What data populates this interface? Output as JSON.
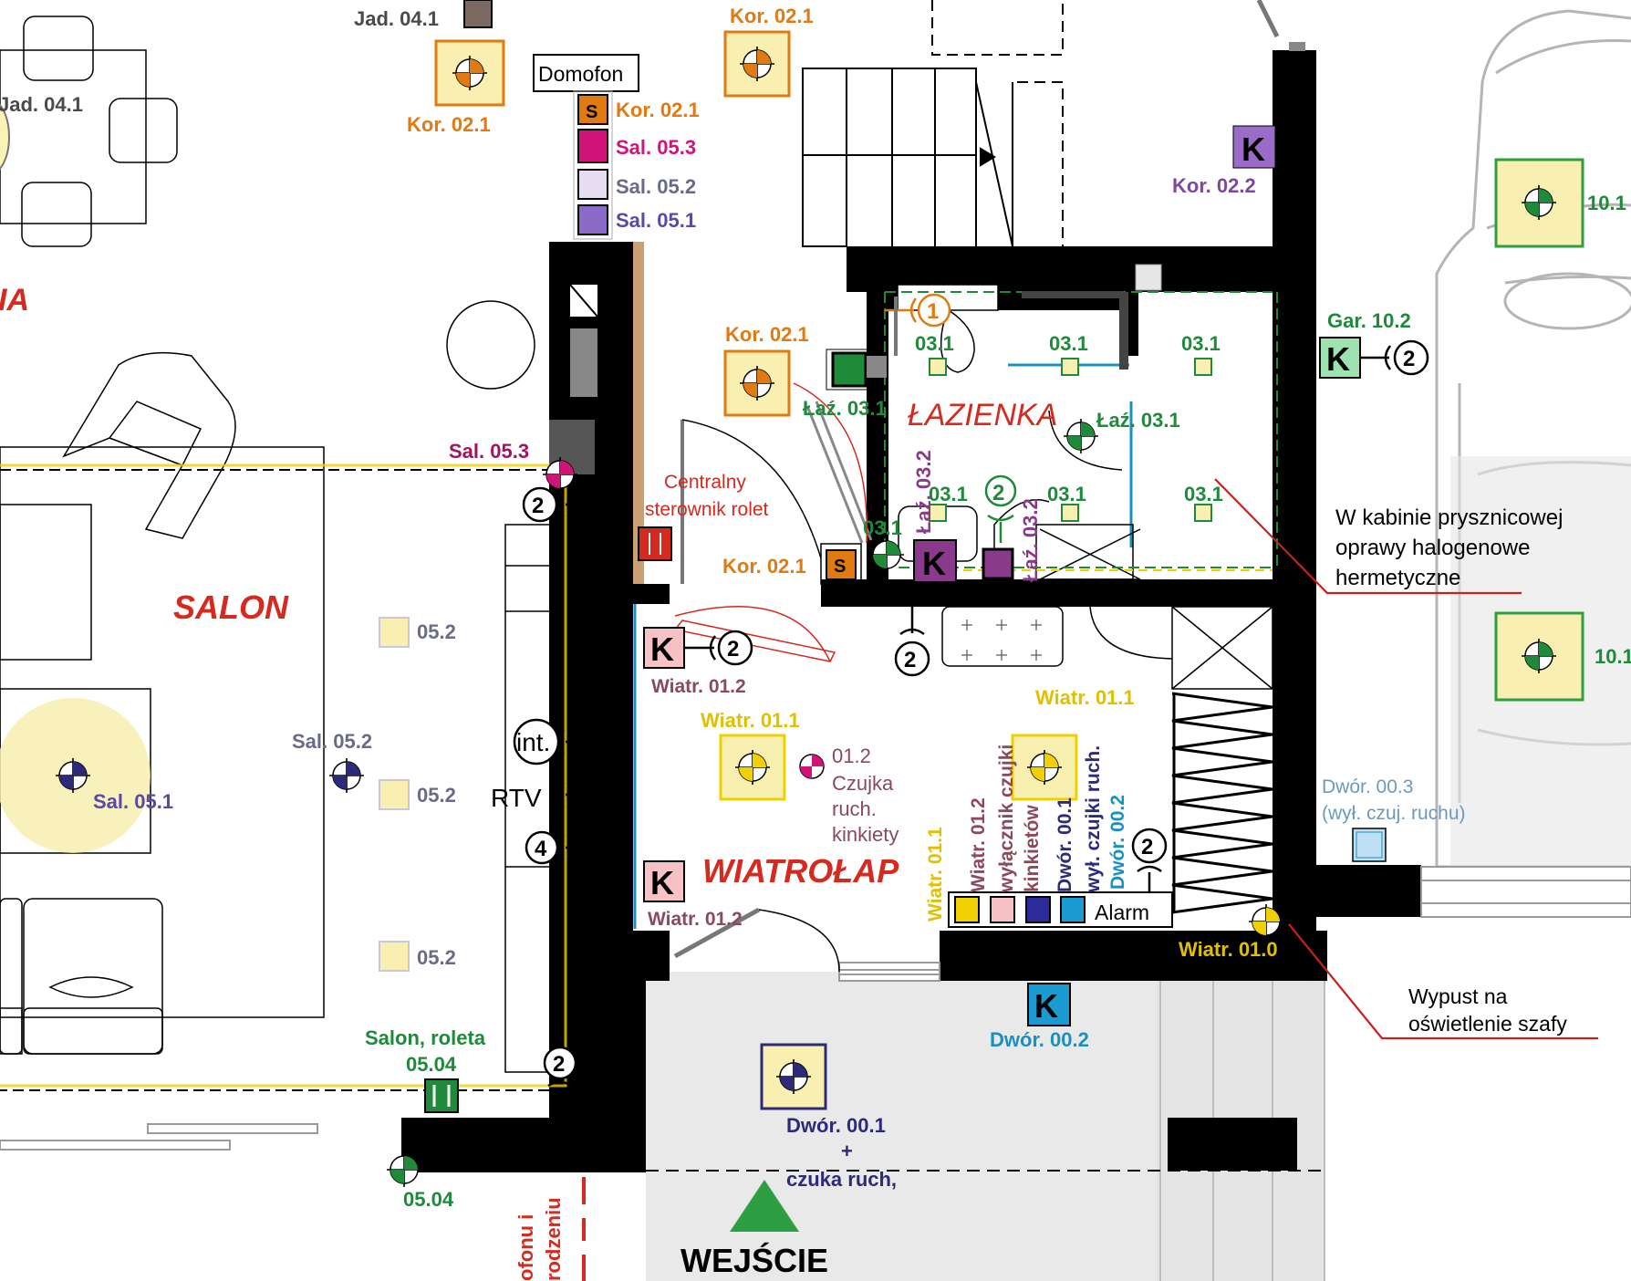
{
  "colors": {
    "wall": "#000000",
    "room_red": "#d42a20",
    "orange": "#e07a12",
    "green": "#1e8a3a",
    "purple": "#7a4aa0",
    "dark_purple": "#2d2a7a",
    "magenta": "#d0147a",
    "blue": "#1a90c0",
    "yellow": "#f0d000",
    "light_yellow": "#f8efb0",
    "grey_line": "#9a9a9a",
    "dark_label": "#4a4a4a"
  },
  "rooms": {
    "salon": "SALON",
    "lazienka": "ŁAZIENKA",
    "wiatrolap": "WIATROŁAP",
    "partial_left": "IA"
  },
  "entrance": "WEJŚCIE",
  "labels": {
    "jad_041_top": "Jad. 04.1",
    "jad_041_left": "Jad. 04.1",
    "kor_021_a": "Kor. 02.1",
    "kor_021_b": "Kor. 02.1",
    "kor_021_c": "Kor. 02.1",
    "kor_021_d": "Kor. 02.1",
    "kor_022": "Kor. 02.2",
    "domofon": "Domofon",
    "sal_053_list": "Sal. 05.3",
    "sal_052_list": "Sal. 05.2",
    "sal_051_list": "Sal. 05.1",
    "sal_053": "Sal. 05.3",
    "sal_052": "Sal. 05.2",
    "sal_051": "Sal. 05.1",
    "s_052_a": "05.2",
    "s_052_b": "05.2",
    "s_052_c": "05.2",
    "gar_102": "Gar. 10.2",
    "g_101_a": "10.1",
    "g_101_b": "10.1",
    "laz_031_a": "03.1",
    "laz_031_b": "03.1",
    "laz_031_c": "03.1",
    "laz_031_d": "03.1",
    "laz_031_e": "03.1",
    "laz_031_f": "03.1",
    "laz_031_g": "03.1",
    "laz_031_left": "Łaź. 03.1",
    "laz_031_right": "Łaź. 03.1",
    "laz_032_a": "Łaź. 03.2",
    "laz_032_b": "Łaź. 03.2",
    "centralny": "Centralny",
    "sterownik": "sterownik rolet",
    "shower_note_1": "W kabinie prysznicowej",
    "shower_note_2": "oprawy halogenowe",
    "shower_note_3": "hermetyczne",
    "wiatr_012": "Wiatr. 01.2",
    "wiatr_011_a": "Wiatr. 01.1",
    "wiatr_011_b": "Wiatr. 01.1",
    "wiatr_012_b": "Wiatr. 01.2",
    "wiatr_010": "Wiatr. 01.0",
    "czujka_num": "01.2",
    "czujka_1": "Czujka",
    "czujka_2": "ruch.",
    "czujka_3": "kinkiety",
    "v_wiatr_011": "Wiatr. 01.1",
    "v_wiatr_012": "Wiatr. 01.2",
    "v_wylacznik": "wyłącznik czujki",
    "v_kinkietow": "kinkietów",
    "v_dwor_001": "Dwór. 00.1",
    "v_wyl_czujki": "wył. czujki ruch.",
    "v_dwor_002": "Dwór. 00.2",
    "alarm": "Alarm",
    "dwor_003_a": "Dwór. 00.3",
    "dwor_003_b": "(wył. czuj. ruchu)",
    "dwor_002": "Dwór. 00.2",
    "dwor_001": "Dwór. 00.1",
    "plus": "+",
    "czujka_ruch": "czuka ruch,",
    "wypust_1": "Wypust na",
    "wypust_2": "oświetlenie szafy",
    "salon_roleta": "Salon, roleta",
    "roleta_num": "05.04",
    "s_0504": "05.04",
    "int": "int.",
    "rtv": "RTV",
    "num_1": "1",
    "num_2": "2",
    "num_4": "4",
    "k": "K",
    "s": "S",
    "v_red_1": "ofonu i",
    "v_red_2": "rodzeniu"
  }
}
